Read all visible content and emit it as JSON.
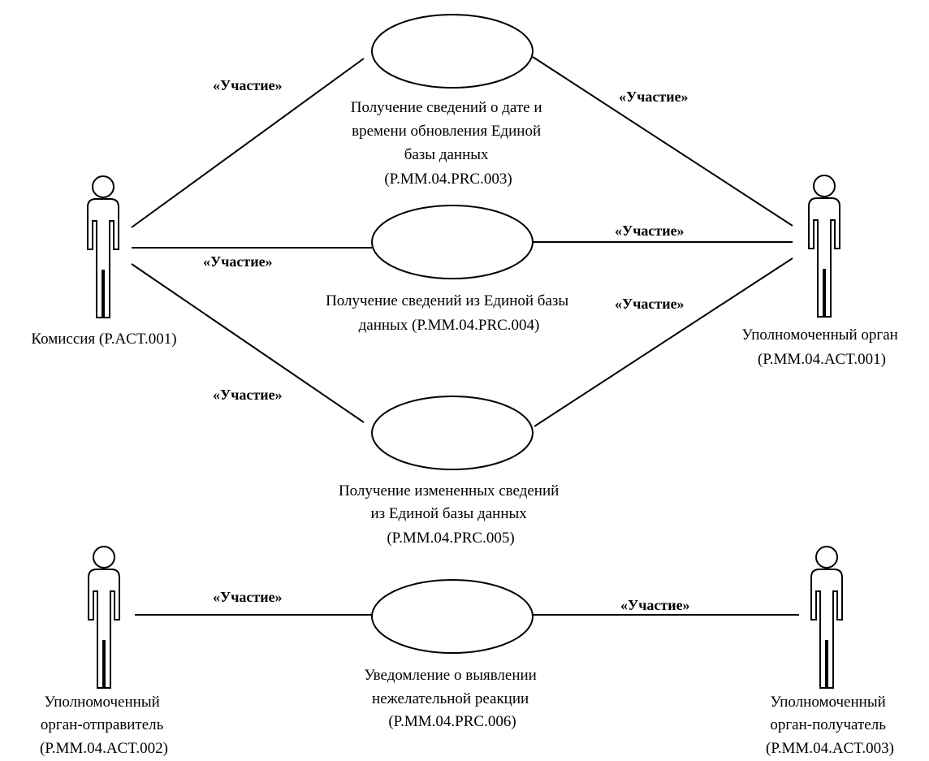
{
  "stereotype": "«Участие»",
  "actors": {
    "commission": {
      "lines": [
        "Комиссия (P.ACT.001)"
      ]
    },
    "authority": {
      "lines": [
        "Уполномоченный орган",
        "(P.MM.04.ACT.001)"
      ]
    },
    "sender": {
      "lines": [
        "Уполномоченный",
        "орган-отправитель",
        "(P.MM.04.ACT.002)"
      ]
    },
    "receiver": {
      "lines": [
        "Уполномоченный",
        "орган-получатель",
        "(P.MM.04.ACT.003)"
      ]
    }
  },
  "usecases": {
    "prc003": {
      "lines": [
        "Получение сведений о дате и",
        "времени обновления Единой",
        "базы данных",
        "(P.MM.04.PRC.003)"
      ]
    },
    "prc004": {
      "lines": [
        "Получение сведений из Единой базы",
        "данных (P.MM.04.PRC.004)"
      ]
    },
    "prc005": {
      "lines": [
        "Получение измененных сведений",
        "из Единой базы данных",
        "(P.MM.04.PRC.005)"
      ]
    },
    "prc006": {
      "lines": [
        "Уведомление о выявлении",
        "нежелательной реакции",
        "(P.MM.04.PRC.006)"
      ]
    }
  }
}
